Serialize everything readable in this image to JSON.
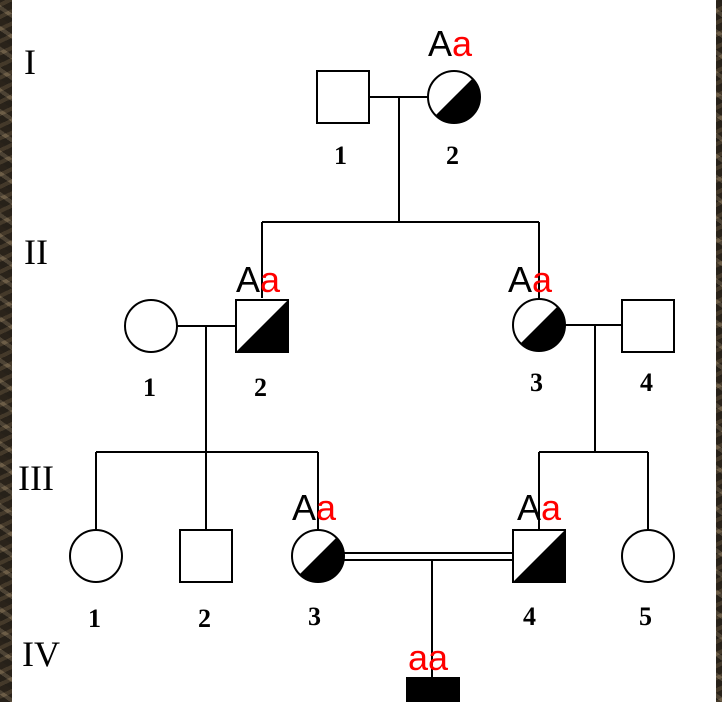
{
  "generations": [
    "I",
    "II",
    "III",
    "IV"
  ],
  "individuals": {
    "I": [
      "1",
      "2"
    ],
    "II": [
      "1",
      "2",
      "3",
      "4"
    ],
    "III": [
      "1",
      "2",
      "3",
      "4",
      "5"
    ],
    "IV": []
  },
  "genotypes": {
    "I_2": {
      "first": "A",
      "second": "a"
    },
    "II_2": {
      "first": "A",
      "second": "a"
    },
    "II_3": {
      "first": "A",
      "second": "a"
    },
    "III_3": {
      "first": "A",
      "second": "a"
    },
    "III_4": {
      "first": "A",
      "second": "a"
    },
    "IV_1": {
      "first": "a",
      "second": "a"
    }
  },
  "colors": {
    "dominant_allele": "#000000",
    "recessive_allele": "#ff0000",
    "affected_fill": "#000000"
  }
}
